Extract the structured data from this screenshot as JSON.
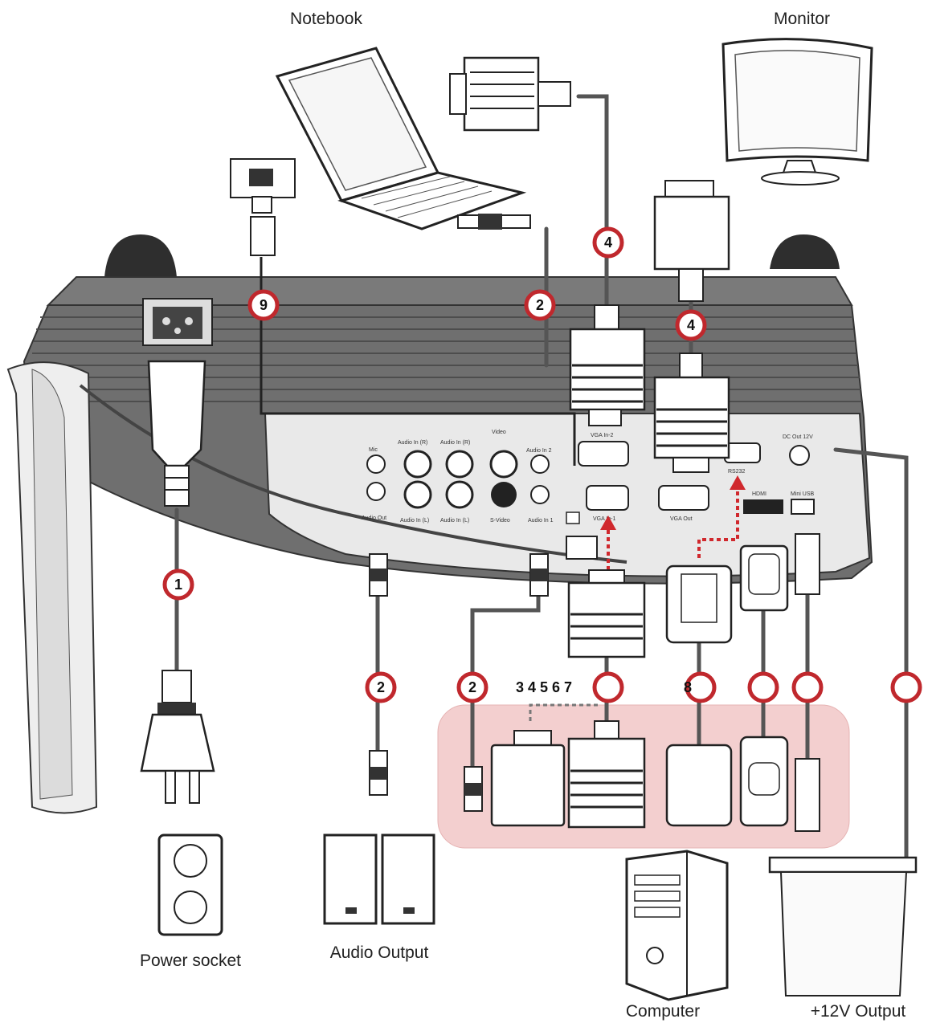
{
  "labels": {
    "notebook": "Notebook",
    "monitor": "Monitor",
    "power_socket": "Power socket",
    "audio_output": "Audio Output",
    "computer": "Computer",
    "dc_output": "+12V Output"
  },
  "panel_labels": {
    "mic": "Mic",
    "audio_out": "Audio Out",
    "audio_in_r_top": "Audio In (R)",
    "audio_in_r2_top": "Audio In (R)",
    "audio_in_l": "Audio In (L)",
    "audio_in_l2": "Audio In (L)",
    "video": "Video",
    "s_video": "S-Video",
    "audio_in_2": "Audio In 2",
    "audio_in_1": "Audio In 1",
    "vga_in_2": "VGA In-2",
    "vga_in_1": "VGA In-1",
    "vga_out": "VGA Out",
    "rs232": "RS232",
    "dc_out": "DC Out 12V",
    "hdmi": "HDMI",
    "mini_usb": "Mini USB"
  },
  "badges": {
    "b1": "1",
    "b2a": "2",
    "b2b": "2",
    "b2c": "2",
    "b4a": "4",
    "b4b": "4",
    "b8": "8",
    "b9": "9"
  },
  "connector_numbers": "3 4 5 6 7",
  "colors": {
    "badge_ring": "#c0282d",
    "highlight_zone": "#f3cfcf",
    "projector_body": "#6f6f6f",
    "signal_arrow": "#d0282d"
  }
}
